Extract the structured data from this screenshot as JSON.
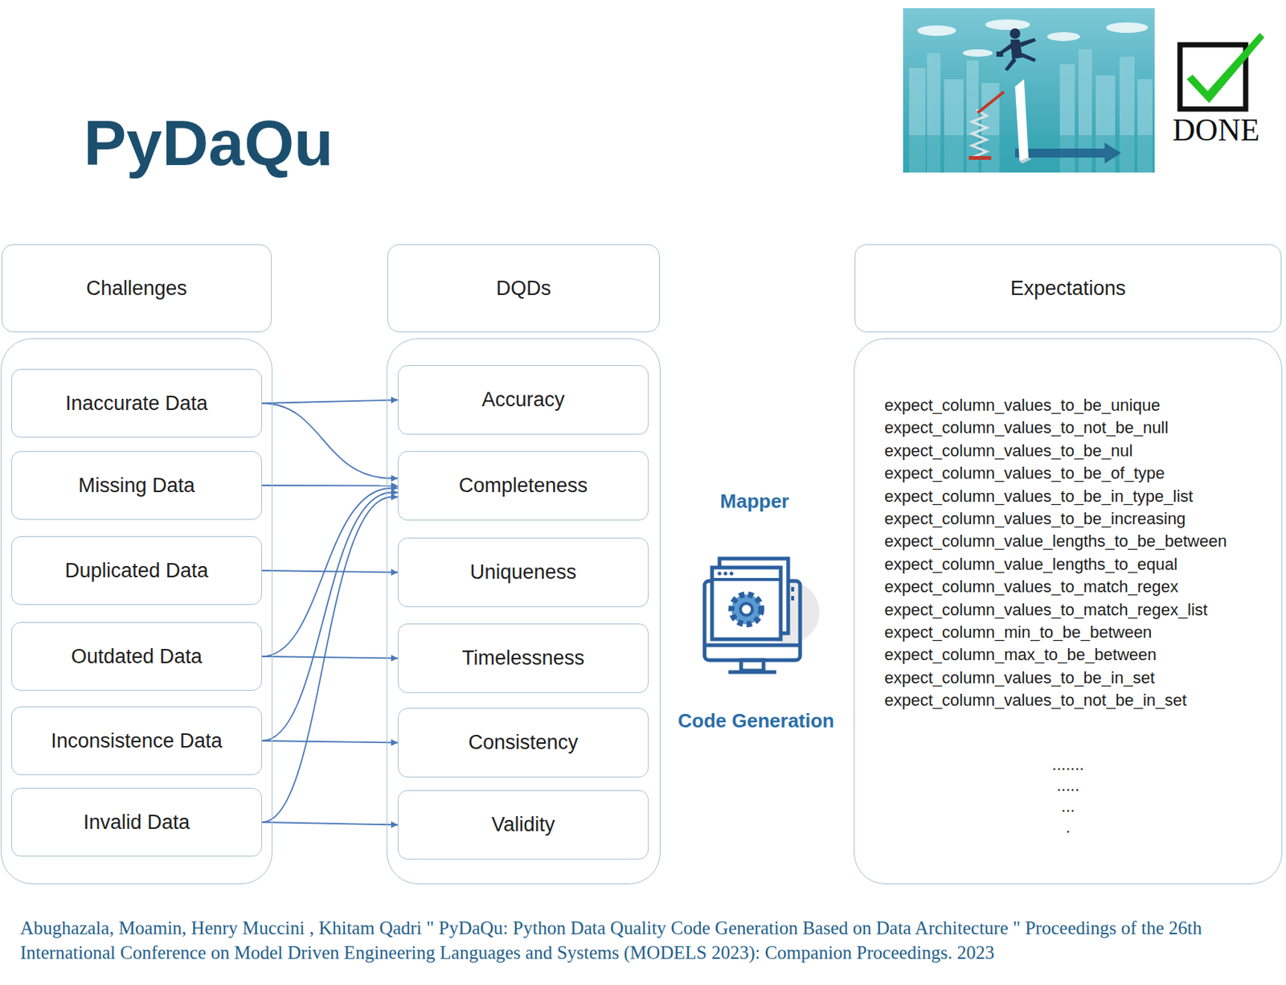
{
  "diagram": {
    "title": "PyDaQu",
    "caption": "Abughazala, Moamin, Henry Muccini , Khitam Qadri \" PyDaQu: Python Data Quality Code Generation Based on Data Architecture \" Proceedings of the 26th International Conference on Model Driven Engineering Languages and Systems (MODELS 2023): Companion Proceedings. 2023",
    "nodes": [
      {
        "text": [
          "Challenges"
        ]
      },
      {
        "text": [
          "Inaccurate Data"
        ],
        "in": 0
      },
      {
        "text": [
          "Missing Data"
        ],
        "in": 0
      },
      {
        "text": [
          "Duplicated Data"
        ],
        "in": 0
      },
      {
        "text": [
          "Outdated Data"
        ],
        "in": 0
      },
      {
        "text": [
          "Inconsistence Data"
        ],
        "in": 0
      },
      {
        "text": [
          "Invalid Data"
        ],
        "in": 0
      },
      {
        "text": [
          "DQDs"
        ]
      },
      {
        "text": [
          "Accuracy"
        ],
        "in": 7
      },
      {
        "text": [
          "Completeness"
        ],
        "in": 7
      },
      {
        "text": [
          "Uniqueness"
        ],
        "in": 7
      },
      {
        "text": [
          "Timelessness"
        ],
        "in": 7
      },
      {
        "text": [
          "Consistency"
        ],
        "in": 7
      },
      {
        "text": [
          "Validity"
        ],
        "in": 7
      },
      {
        "text": [
          "Expectations",
          "expect_column_values_to_be_unique",
          "expect_column_values_to_not_be_null",
          "expect_column_values_to_be_nul",
          "expect_column_values_to_be_of_type",
          "expect_column_values_to_be_in_type_list",
          "expect_column_values_to_be_increasing",
          "expect_column_value_lengths_to_be_between",
          "expect_column_value_lengths_to_equal",
          "expect_column_values_to_match_regex",
          "expect_column_values_to_match_regex_list",
          "expect_column_min_to_be_between",
          "expect_column_max_to_be_between",
          "expect_column_values_to_be_in_set",
          "expect_column_values_to_not_be_in_set",
          ".......",
          ".....",
          "...",
          "."
        ]
      }
    ],
    "edges": [
      {
        "from": 1,
        "to": 8,
        "arrow": "to"
      },
      {
        "from": 1,
        "to": 9,
        "arrow": "to"
      },
      {
        "from": 2,
        "to": 9,
        "arrow": "to"
      },
      {
        "from": 3,
        "to": 10,
        "arrow": "to"
      },
      {
        "from": 4,
        "to": 9,
        "arrow": "to"
      },
      {
        "from": 4,
        "to": 11,
        "arrow": "to"
      },
      {
        "from": 5,
        "to": 9,
        "arrow": "to"
      },
      {
        "from": 5,
        "to": 12,
        "arrow": "to"
      },
      {
        "from": 6,
        "to": 9,
        "arrow": "to"
      },
      {
        "from": 6,
        "to": 13,
        "arrow": "to"
      }
    ],
    "labels": [
      "DONE",
      "Mapper",
      "Code Generation"
    ]
  }
}
